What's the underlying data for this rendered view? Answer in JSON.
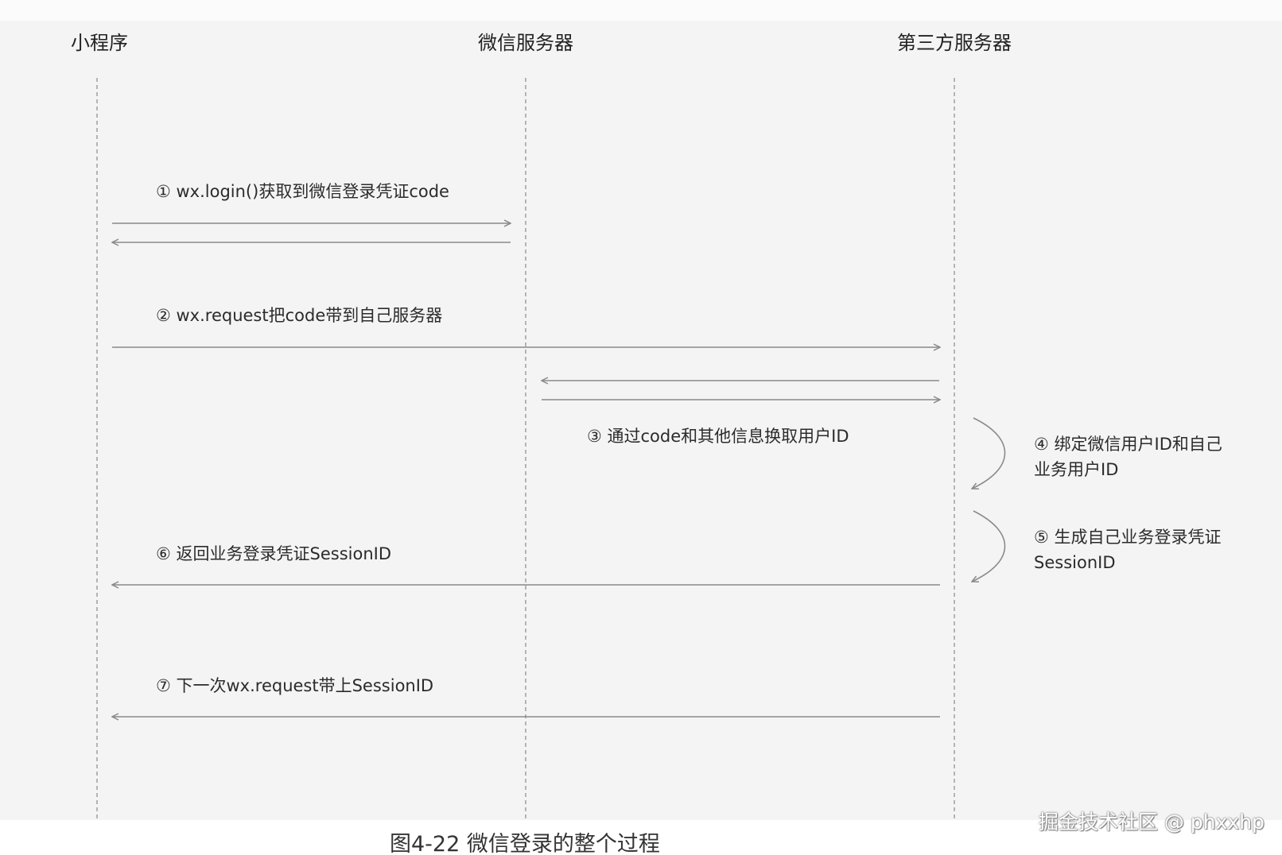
{
  "lanes": [
    {
      "id": "miniprogram",
      "title": "小程序"
    },
    {
      "id": "wechat-server",
      "title": "微信服务器"
    },
    {
      "id": "third-party-server",
      "title": "第三方服务器"
    }
  ],
  "messages": [
    {
      "id": "step1",
      "label": "① wx.login()获取到微信登录凭证code",
      "from": "miniprogram",
      "to": "wechat-server"
    },
    {
      "id": "step1-return",
      "label": "",
      "from": "wechat-server",
      "to": "miniprogram"
    },
    {
      "id": "step2",
      "label": "② wx.request把code带到自己服务器",
      "from": "miniprogram",
      "to": "third-party-server"
    },
    {
      "id": "step3-request",
      "label": "",
      "from": "third-party-server",
      "to": "wechat-server"
    },
    {
      "id": "step3-return",
      "label": "③ 通过code和其他信息换取用户ID",
      "from": "wechat-server",
      "to": "third-party-server"
    },
    {
      "id": "step6",
      "label": "⑥ 返回业务登录凭证SessionID",
      "from": "third-party-server",
      "to": "miniprogram"
    },
    {
      "id": "step7",
      "label": "⑦ 下一次wx.request带上SessionID",
      "from": "third-party-server",
      "to": "miniprogram"
    }
  ],
  "self_steps": [
    {
      "id": "step4",
      "lines": [
        "④ 绑定微信用户ID和自己",
        "业务用户ID"
      ],
      "lane": "third-party-server"
    },
    {
      "id": "step5",
      "lines": [
        "⑤ 生成自己业务登录凭证",
        "SessionID"
      ],
      "lane": "third-party-server"
    }
  ],
  "caption": "图4-22 微信登录的整个过程",
  "watermark": "掘金技术社区 @ phxxhp",
  "colors": {
    "background": "#f4f4f4",
    "lifeline": "#9a9a9a",
    "arrow": "#8a8a8a",
    "text": "#2b2b2b"
  }
}
